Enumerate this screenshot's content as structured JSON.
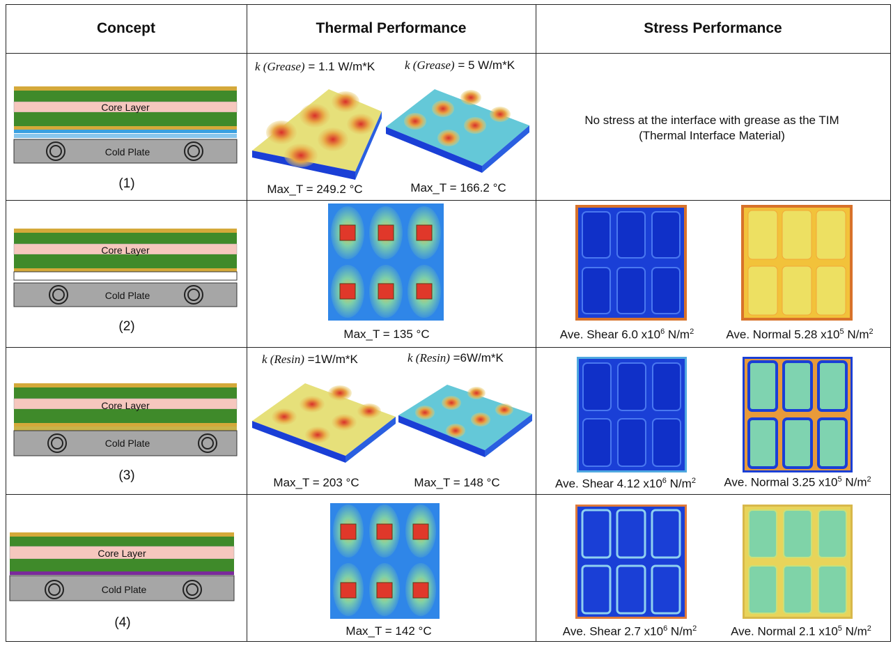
{
  "headers": {
    "concept": "Concept",
    "thermal": "Thermal Performance",
    "stress": "Stress Performance"
  },
  "concept_labels": {
    "core": "Core Layer",
    "cold": "Cold Plate"
  },
  "rows": [
    {
      "num": "(1)",
      "thermal": {
        "k_left": {
          "var": "k (Grease)",
          "eq": " = 1.1 W/m*K"
        },
        "k_right": {
          "var": "k (Grease)",
          "eq": " = 5 W/m*K"
        },
        "max_left": "Max_T = 249.2 °C",
        "max_right": "Max_T = 166.2 °C"
      },
      "stress_text_1": "No stress at the interface with grease as the TIM",
      "stress_text_2": "(Thermal Interface Material)"
    },
    {
      "num": "(2)",
      "thermal": {
        "max": "Max_T = 135 °C"
      },
      "shear": {
        "prefix": "Ave. Shear 6.0 x10",
        "exp": "6",
        "unit": " N/m",
        "unit_exp": "2"
      },
      "normal": {
        "prefix": "Ave. Normal 5.28 x10",
        "exp": "5",
        "unit": " N/m",
        "unit_exp": "2"
      }
    },
    {
      "num": "(3)",
      "thermal": {
        "k_left": {
          "var": "k (Resin)",
          "eq": " =1W/m*K"
        },
        "k_right": {
          "var": "k (Resin)",
          "eq": " =6W/m*K"
        },
        "max_left": "Max_T = 203 °C",
        "max_right": "Max_T = 148 °C"
      },
      "shear": {
        "prefix": "Ave. Shear 4.12 x10",
        "exp": "6",
        "unit": " N/m",
        "unit_exp": "2"
      },
      "normal": {
        "prefix": "Ave. Normal 3.25 x10",
        "exp": "5",
        "unit": " N/m",
        "unit_exp": "2"
      }
    },
    {
      "num": "(4)",
      "thermal": {
        "max": "Max_T = 142 °C"
      },
      "shear": {
        "prefix": "Ave. Shear 2.7 x10",
        "exp": "6",
        "unit": " N/m",
        "unit_exp": "2"
      },
      "normal": {
        "prefix": "Ave. Normal 2.1 x10",
        "exp": "5",
        "unit": " N/m",
        "unit_exp": "2"
      }
    }
  ],
  "colors": {
    "core": "#f6c7be",
    "cold": "#a6a6a6",
    "green": "#3f8a2a",
    "gold": "#d4a93a",
    "hot": "#e0382a",
    "cool": "#1a3fd6",
    "tim1": "#3aa0e0",
    "tim3": "#c9b34a",
    "tim4": "#7a2a9a"
  }
}
